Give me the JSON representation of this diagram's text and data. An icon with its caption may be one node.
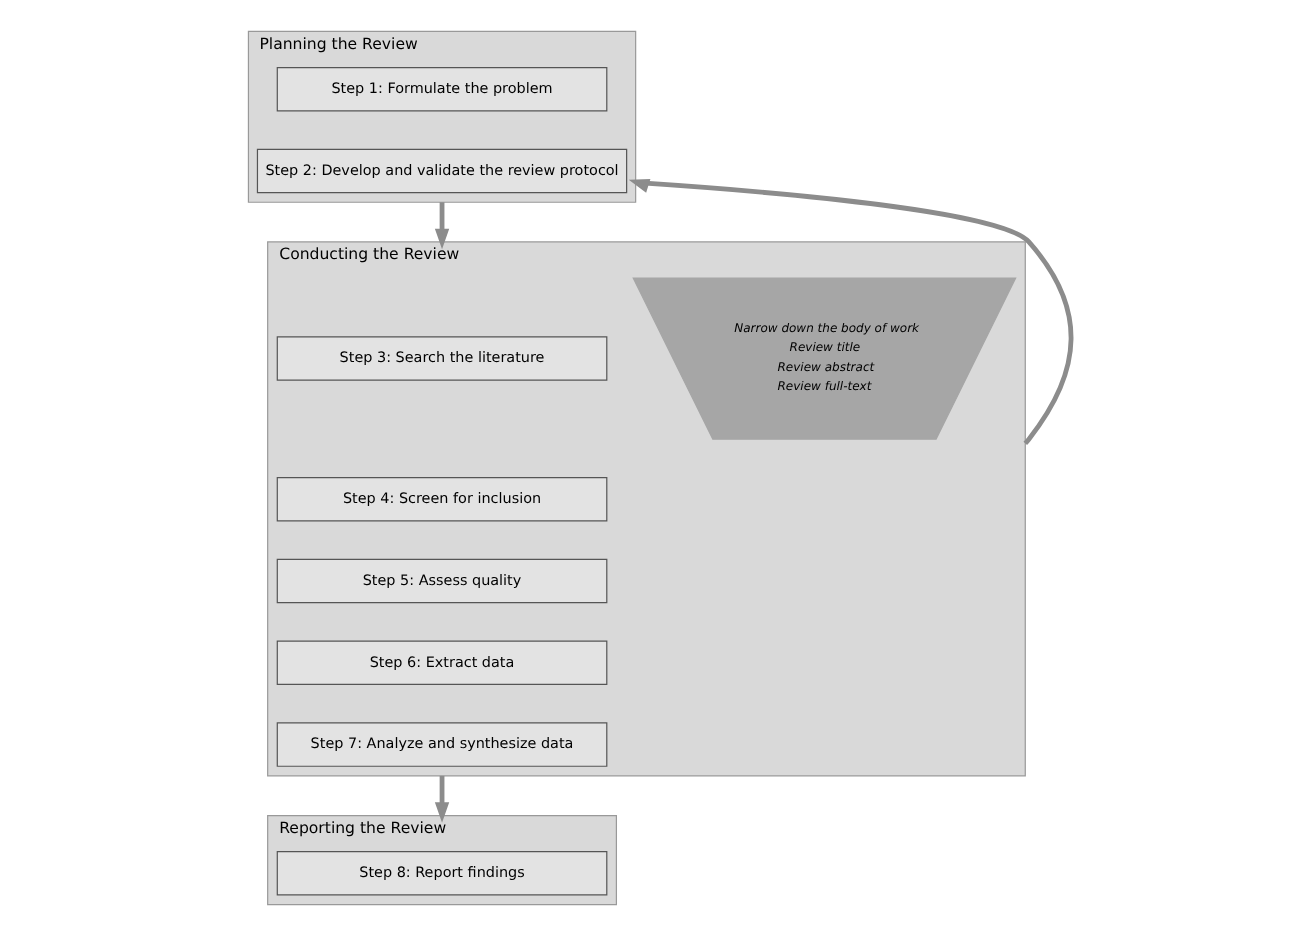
{
  "diagram": {
    "nodes": [
      {
        "text": [
          "Planning the Review"
        ]
      },
      {
        "text": [
          "Step 1: Formulate the problem"
        ],
        "in": 0
      },
      {
        "text": [
          "Step 2: Develop and validate the review protocol"
        ],
        "in": 0
      },
      {
        "text": [
          "Conducting the Review"
        ]
      },
      {
        "text": [
          "Step 3: Search the literature"
        ],
        "in": 3
      },
      {
        "text": [
          "Step 4: Screen for inclusion"
        ],
        "in": 3
      },
      {
        "text": [
          "Step 5: Assess quality"
        ],
        "in": 3
      },
      {
        "text": [
          "Step 6: Extract data"
        ],
        "in": 3
      },
      {
        "text": [
          "Step 7: Analyze and synthesize data"
        ],
        "in": 3
      },
      {
        "text": [
          "Narrow down the body of work",
          "Review title",
          "Review abstract",
          "Review full-text"
        ],
        "in": 3
      },
      {
        "text": [
          "Reporting the Review"
        ]
      },
      {
        "text": [
          "Step 8: Report findings"
        ],
        "in": 10
      }
    ],
    "edges": [
      {
        "from": 0,
        "to": 3,
        "arrow": "to"
      },
      {
        "from": 3,
        "to": 10,
        "arrow": "to"
      },
      {
        "from": 3,
        "to": 0,
        "arrow": "to"
      }
    ]
  }
}
